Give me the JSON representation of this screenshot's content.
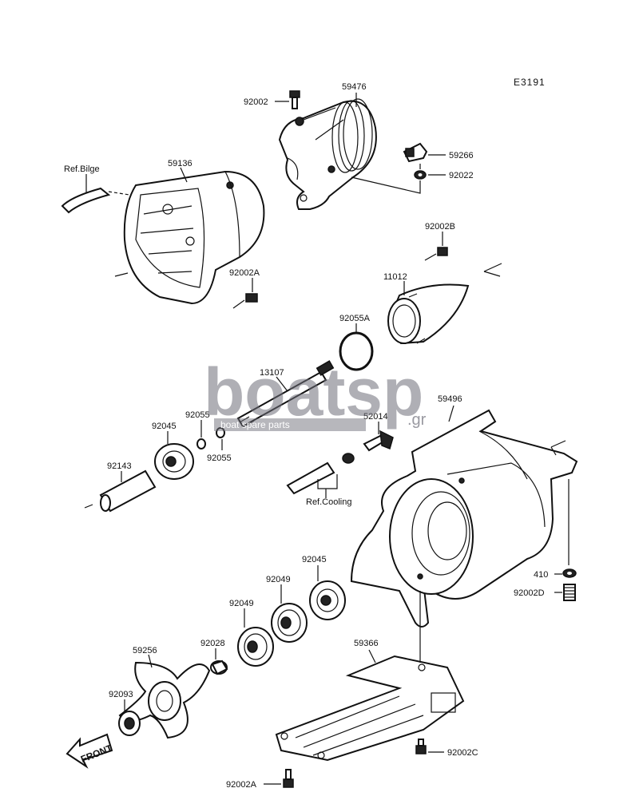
{
  "diagram_code": "E3191",
  "labels": {
    "p59476": "59476",
    "p92002_top": "92002",
    "p59266": "59266",
    "p92022": "92022",
    "ref_bilge": "Ref.Bilge",
    "p59136": "59136",
    "p92002B": "92002B",
    "p11012": "11012",
    "p92002A_mid": "92002A",
    "p92055A": "92055A",
    "p13107": "13107",
    "p92055_a": "92055",
    "p92055_b": "92055",
    "p92045_left": "92045",
    "p52014": "52014",
    "p59496": "59496",
    "p92143": "92143",
    "ref_cooling": "Ref.Cooling",
    "p92045_right": "92045",
    "p92049_a": "92049",
    "p92049_b": "92049",
    "p410": "410",
    "p92002D": "92002D",
    "p59256": "59256",
    "p92028": "92028",
    "p59366": "59366",
    "p92093": "92093",
    "p92002C": "92002C",
    "p92002A_bottom": "92002A",
    "front": "FRONT"
  },
  "watermark": {
    "brand": "boatsp",
    "tagline": "boat spare parts",
    "tld": ".gr"
  }
}
